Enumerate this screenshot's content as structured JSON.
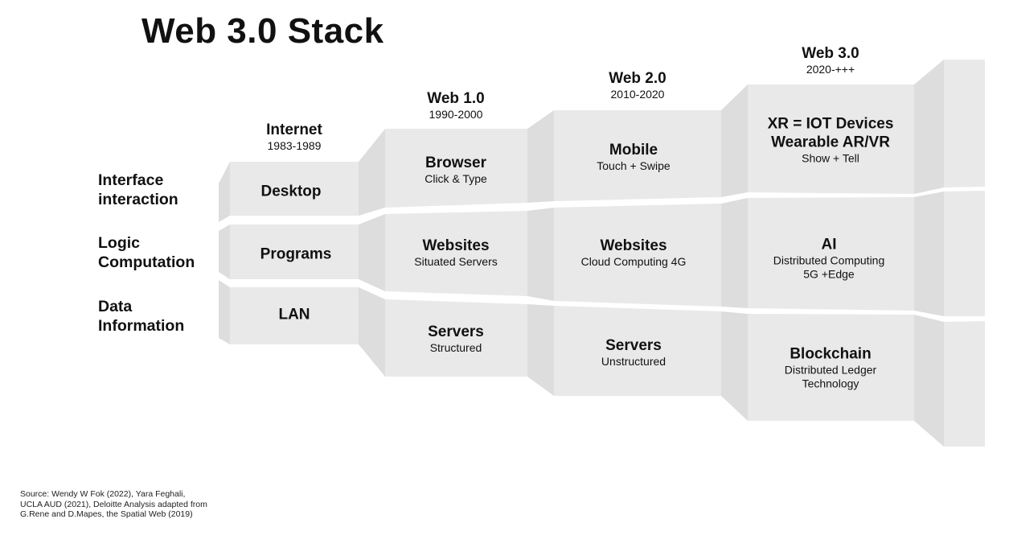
{
  "title": "Web 3.0 Stack",
  "row_labels": [
    {
      "line1": "Interface",
      "line2": "interaction"
    },
    {
      "line1": "Logic",
      "line2": "Computation"
    },
    {
      "line1": "Data",
      "line2": "Information"
    }
  ],
  "eras": [
    {
      "name": "Internet",
      "years": "1983-1989",
      "cells": [
        {
          "head": "Desktop"
        },
        {
          "head": "Programs"
        },
        {
          "head": "LAN"
        }
      ]
    },
    {
      "name": "Web 1.0",
      "years": "1990-2000",
      "cells": [
        {
          "head": "Browser",
          "sub": "Click & Type"
        },
        {
          "head": "Websites",
          "sub": "Situated Servers"
        },
        {
          "head": "Servers",
          "sub": "Structured"
        }
      ]
    },
    {
      "name": "Web 2.0",
      "years": "2010-2020",
      "cells": [
        {
          "head": "Mobile",
          "sub": "Touch + Swipe"
        },
        {
          "head": "Websites",
          "sub": "Cloud Computing 4G"
        },
        {
          "head": "Servers",
          "sub": "Unstructured"
        }
      ]
    },
    {
      "name": "Web 3.0",
      "years": "2020-+++",
      "cells": [
        {
          "head": "XR = IOT Devices",
          "head2": "Wearable AR/VR",
          "sub": "Show + Tell"
        },
        {
          "head": "AI",
          "sub": "Distributed Computing",
          "sub2": "5G +Edge"
        },
        {
          "head": "Blockchain",
          "sub": "Distributed Ledger",
          "sub2": "Technology"
        }
      ]
    }
  ],
  "source": {
    "line1": "Source: Wendy W Fok (2022), Yara Feghali,",
    "line2": "UCLA AUD (2021), Deloitte Analysis adapted from",
    "line3": "G.Rene and D.Mapes, the Spatial Web (2019)"
  },
  "colors": {
    "block_face": "#e9e9e9",
    "block_side": "#dddddd",
    "text": "#111111",
    "background": "#ffffff"
  }
}
